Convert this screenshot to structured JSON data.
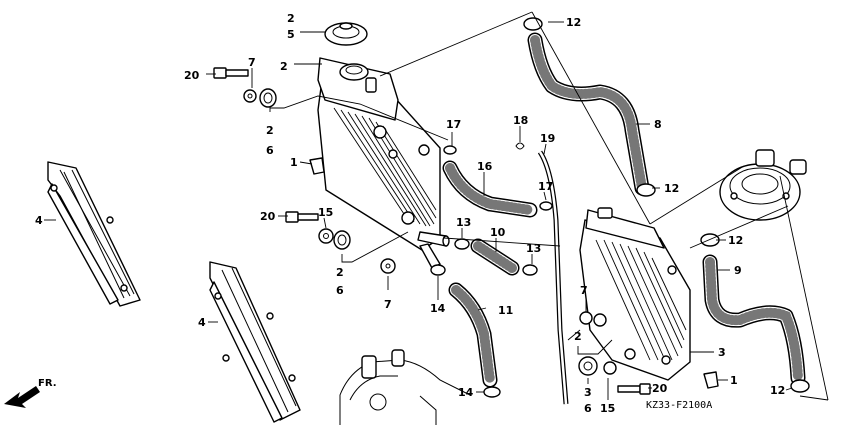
{
  "diagram": {
    "code": "KZ33-F2100A",
    "direction_label": "FR.",
    "labels": {
      "cap_2": "2",
      "cap_5": "5",
      "upper_2": "2",
      "bolt_20a": "20",
      "washer_7a": "7",
      "grommet_2a": "2",
      "grommet_6a": "6",
      "clip_1a": "1",
      "guard_4a": "4",
      "bolt_20b": "20",
      "washer_15a": "15",
      "grommet_2b": "2",
      "grommet_6b": "6",
      "washer_7b": "7",
      "guard_4b": "4",
      "clamp_17a": "17",
      "hose_16": "16",
      "clip_18": "18",
      "tube_19": "19",
      "clamp_17b": "17",
      "clamp_13a": "13",
      "hose_10": "10",
      "clamp_13b": "13",
      "clamp_14a": "14",
      "hose_11": "11",
      "clamp_14b": "14",
      "clamp_12a": "12",
      "hose_8": "8",
      "clamp_12b": "12",
      "clamp_12c": "12",
      "hose_9": "9",
      "clamp_12d": "12",
      "washer_7c": "7",
      "radiator_3": "3",
      "grommet_2c": "2",
      "grommet_3c": "3",
      "grommet_6c": "6",
      "washer_15b": "15",
      "bolt_20c": "20",
      "clip_1b": "1"
    }
  }
}
